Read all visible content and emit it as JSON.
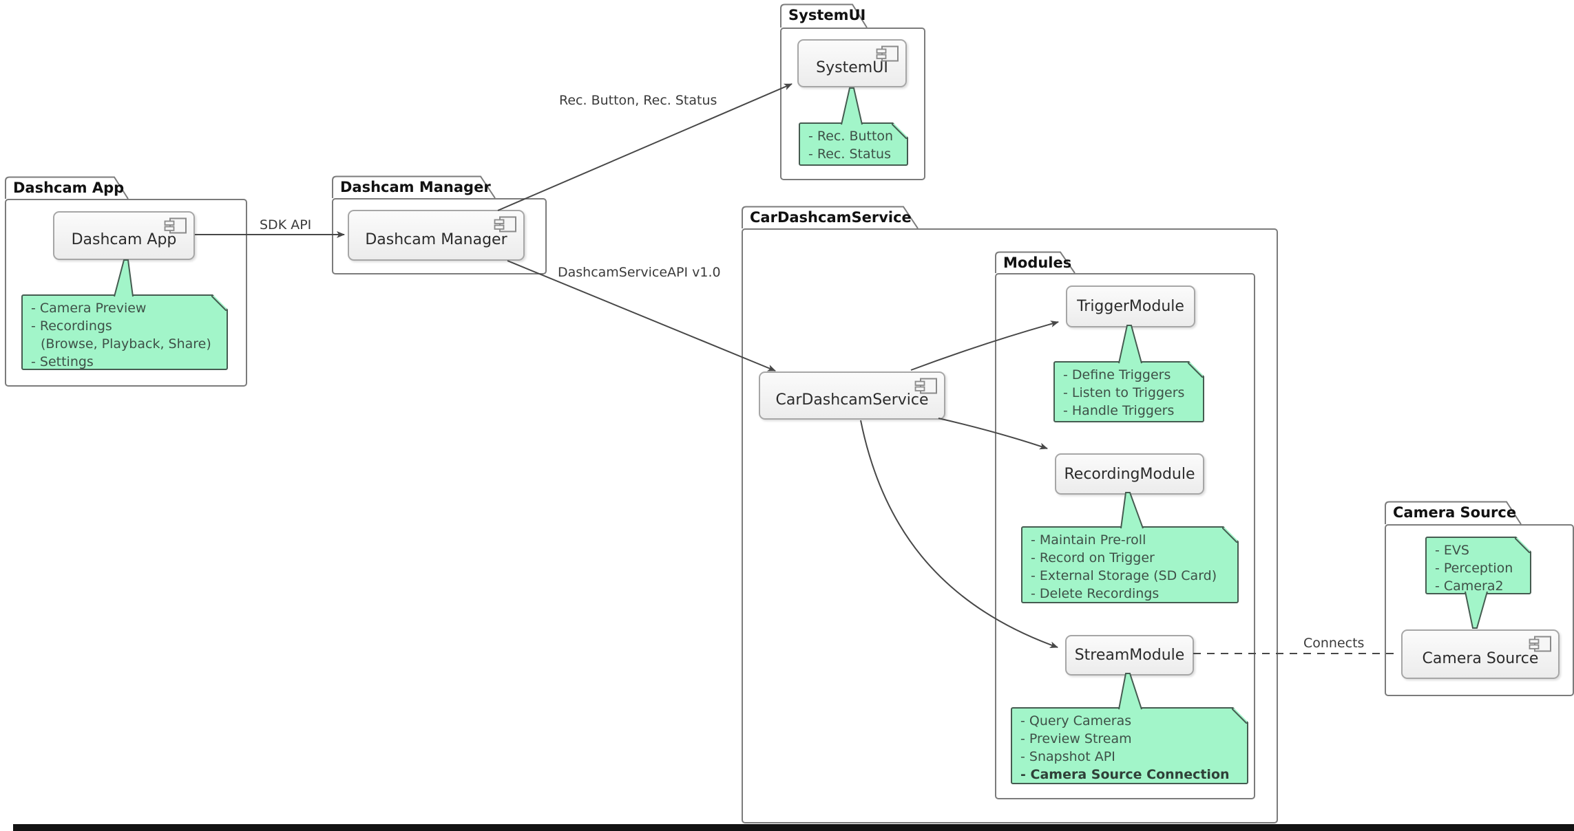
{
  "diagram": {
    "type": "uml-component-diagram",
    "packages": {
      "dashcam_app": {
        "title": "Dashcam App"
      },
      "dashcam_manager": {
        "title": "Dashcam Manager"
      },
      "system_ui": {
        "title": "SystemUI"
      },
      "car_dashcam_service": {
        "title": "CarDashcamService"
      },
      "modules": {
        "title": "Modules"
      },
      "camera_source": {
        "title": "Camera Source"
      }
    },
    "components": {
      "dashcam_app": {
        "label": "Dashcam App"
      },
      "dashcam_manager": {
        "label": "Dashcam Manager"
      },
      "system_ui": {
        "label": "SystemUI"
      },
      "car_dashcam_service": {
        "label": "CarDashcamService"
      },
      "trigger_module": {
        "label": "TriggerModule"
      },
      "recording_module": {
        "label": "RecordingModule"
      },
      "stream_module": {
        "label": "StreamModule"
      },
      "camera_source": {
        "label": "Camera Source"
      }
    },
    "notes": {
      "dashcam_app": {
        "lines": [
          "- Camera Preview",
          "- Recordings",
          "(Browse, Playback, Share)",
          "- Settings"
        ]
      },
      "system_ui": {
        "lines": [
          "- Rec. Button",
          "- Rec. Status"
        ]
      },
      "trigger_module": {
        "lines": [
          "- Define Triggers",
          "- Listen to Triggers",
          "- Handle Triggers"
        ]
      },
      "recording_module": {
        "lines": [
          "- Maintain Pre-roll",
          "- Record on Trigger",
          "- External Storage (SD Card)",
          "- Delete Recordings"
        ]
      },
      "stream_module": {
        "lines": [
          "- Query Cameras",
          "- Preview Stream",
          "- Snapshot API",
          "- Camera Source Connection"
        ]
      },
      "camera_source": {
        "lines": [
          "- EVS",
          "- Perception",
          "- Camera2"
        ]
      }
    },
    "edges": {
      "sdk_api": {
        "label": "SDK API",
        "from": "Dashcam App",
        "to": "Dashcam Manager",
        "style": "solid-arrow"
      },
      "rec_button_status": {
        "label": "Rec. Button, Rec. Status",
        "from": "Dashcam Manager",
        "to": "SystemUI",
        "style": "solid-arrow"
      },
      "dashcam_service_api": {
        "label": "DashcamServiceAPI v1.0",
        "from": "Dashcam Manager",
        "to": "CarDashcamService",
        "style": "solid-arrow"
      },
      "service_to_trigger": {
        "label": "",
        "from": "CarDashcamService",
        "to": "TriggerModule",
        "style": "solid-arrow"
      },
      "service_to_recording": {
        "label": "",
        "from": "CarDashcamService",
        "to": "RecordingModule",
        "style": "solid-arrow"
      },
      "service_to_stream": {
        "label": "",
        "from": "CarDashcamService",
        "to": "StreamModule",
        "style": "solid-arrow"
      },
      "connects": {
        "label": "Connects",
        "from": "StreamModule",
        "to": "Camera Source",
        "style": "dashed-line"
      }
    },
    "colors": {
      "note_fill": "#A2F5C9",
      "note_border": "#455B50",
      "note_text": "#3E5047",
      "component_fill": "#F2F2F2",
      "component_border": "#A6A6A6",
      "package_border": "#7B7B7B",
      "arrow": "#474747",
      "text": "#2B2B2B",
      "bottom_bar": "#131313"
    }
  }
}
